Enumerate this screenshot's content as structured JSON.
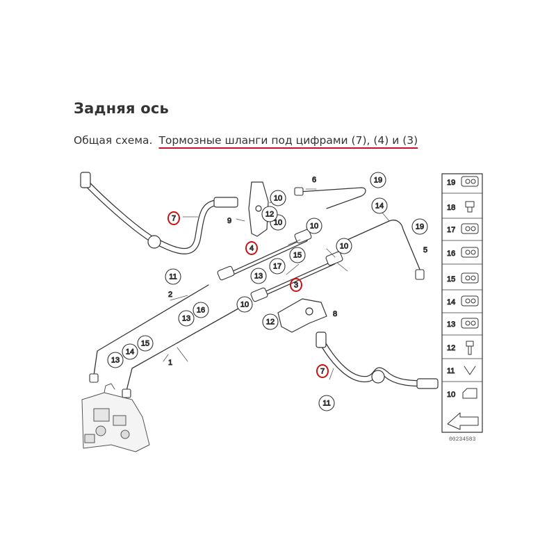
{
  "header": {
    "title": "Задняя ось",
    "subtitle_prefix": "Общая схема.",
    "subtitle_highlight": "Тормозные шланги под цифрами (7), (4) и (3)"
  },
  "diagram": {
    "drawing_code": "00234583",
    "plain_callouts": [
      "10",
      "10",
      "12",
      "10",
      "19",
      "14",
      "19",
      "15",
      "17",
      "13",
      "11",
      "10",
      "16",
      "13",
      "12",
      "13",
      "14",
      "15",
      "10",
      "11"
    ],
    "pin_labels": [
      "6",
      "9",
      "5",
      "2",
      "8",
      "1"
    ],
    "marked_callouts": [
      "7",
      "4",
      "3",
      "7"
    ],
    "parts_column": [
      "19",
      "18",
      "17",
      "16",
      "15",
      "14",
      "13",
      "12",
      "11",
      "10"
    ],
    "colors": {
      "line": "#333333",
      "highlight": "#cc1111"
    }
  }
}
